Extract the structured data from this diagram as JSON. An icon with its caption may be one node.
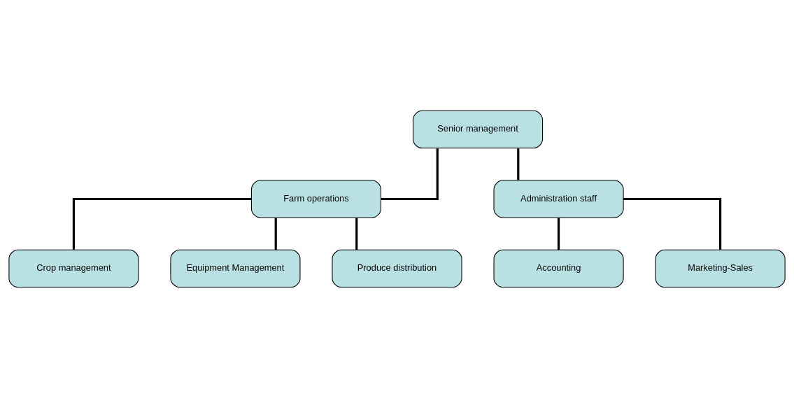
{
  "diagram": {
    "nodes": [
      {
        "text": [
          "Senior management"
        ]
      },
      {
        "text": [
          "Farm operations"
        ]
      },
      {
        "text": [
          "Administration staff"
        ]
      },
      {
        "text": [
          "Crop management"
        ]
      },
      {
        "text": [
          "Equipment Management"
        ]
      },
      {
        "text": [
          "Produce distribution"
        ]
      },
      {
        "text": [
          "Accounting"
        ]
      },
      {
        "text": [
          "Marketing-Sales"
        ]
      }
    ],
    "edges": [
      {
        "from": 0,
        "to": 1,
        "arrow": "none"
      },
      {
        "from": 0,
        "to": 2,
        "arrow": "none"
      },
      {
        "from": 1,
        "to": 3,
        "arrow": "none"
      },
      {
        "from": 1,
        "to": 4,
        "arrow": "none"
      },
      {
        "from": 1,
        "to": 5,
        "arrow": "none"
      },
      {
        "from": 2,
        "to": 6,
        "arrow": "none"
      },
      {
        "from": 2,
        "to": 7,
        "arrow": "none"
      }
    ]
  }
}
